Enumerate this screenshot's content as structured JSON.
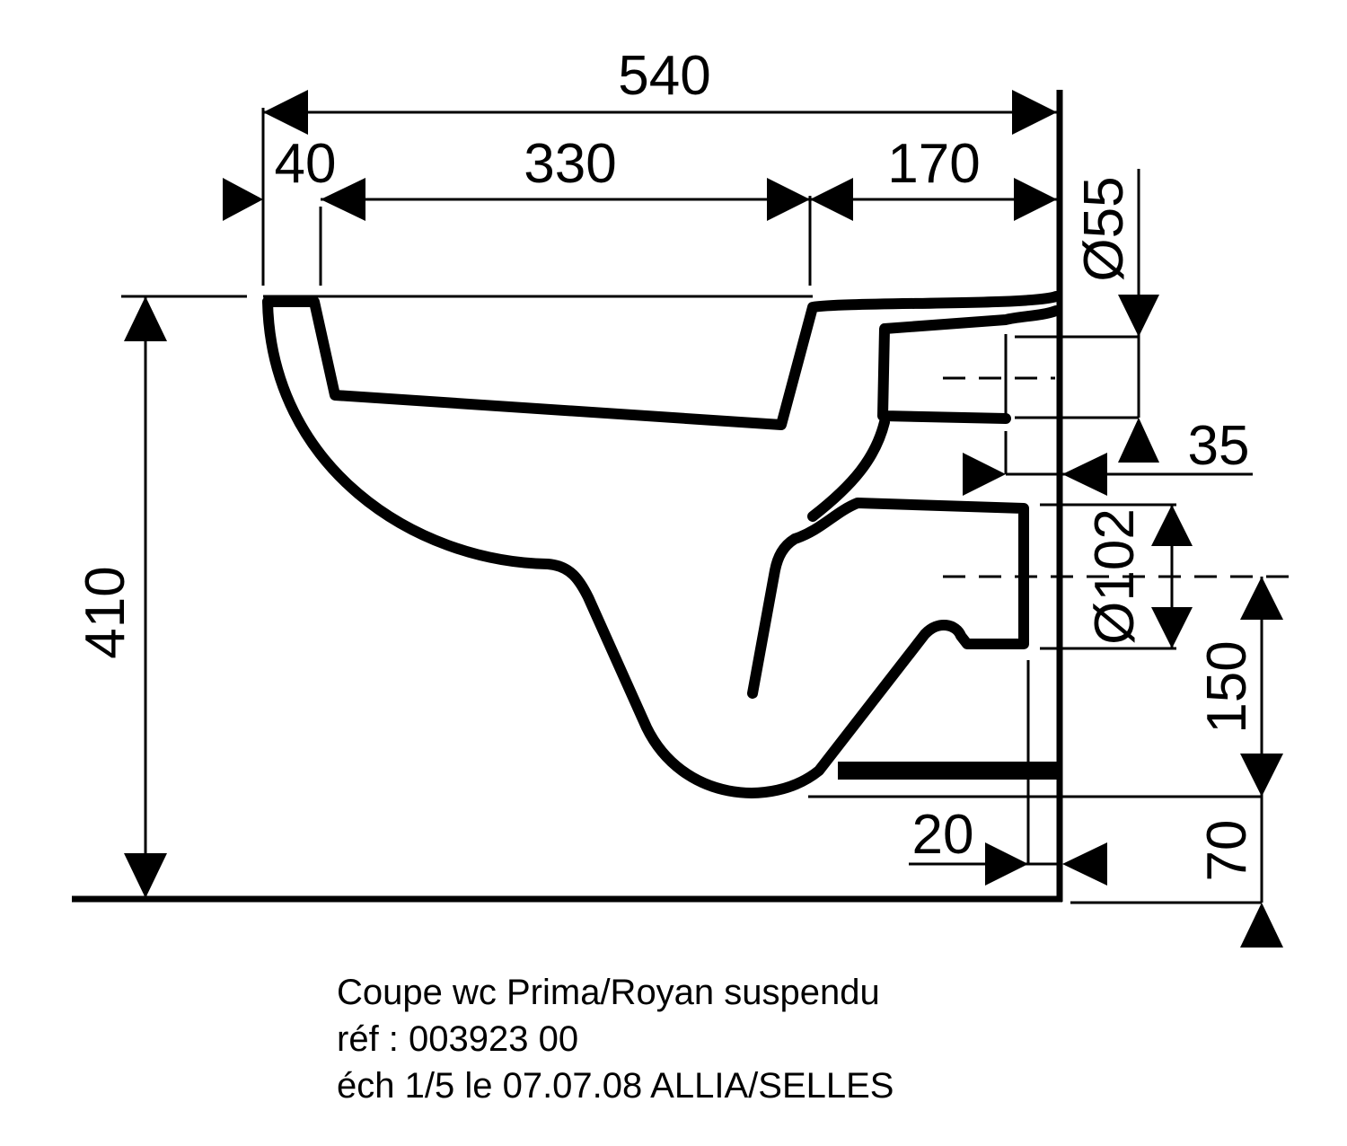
{
  "dimensions": {
    "total_width": "540",
    "rim_offset": "40",
    "bowl_opening": "330",
    "rear_section": "170",
    "total_height": "410",
    "inlet_diameter": "Ø55",
    "inlet_depth": "35",
    "outlet_diameter": "Ø102",
    "outlet_height": "150",
    "bottom_clearance": "70",
    "outlet_projection": "20"
  },
  "caption": {
    "line1": "Coupe wc Prima/Royan suspendu",
    "line2": "réf : 003923 00",
    "line3": "éch 1/5 le 07.07.08 ALLIA/SELLES"
  }
}
